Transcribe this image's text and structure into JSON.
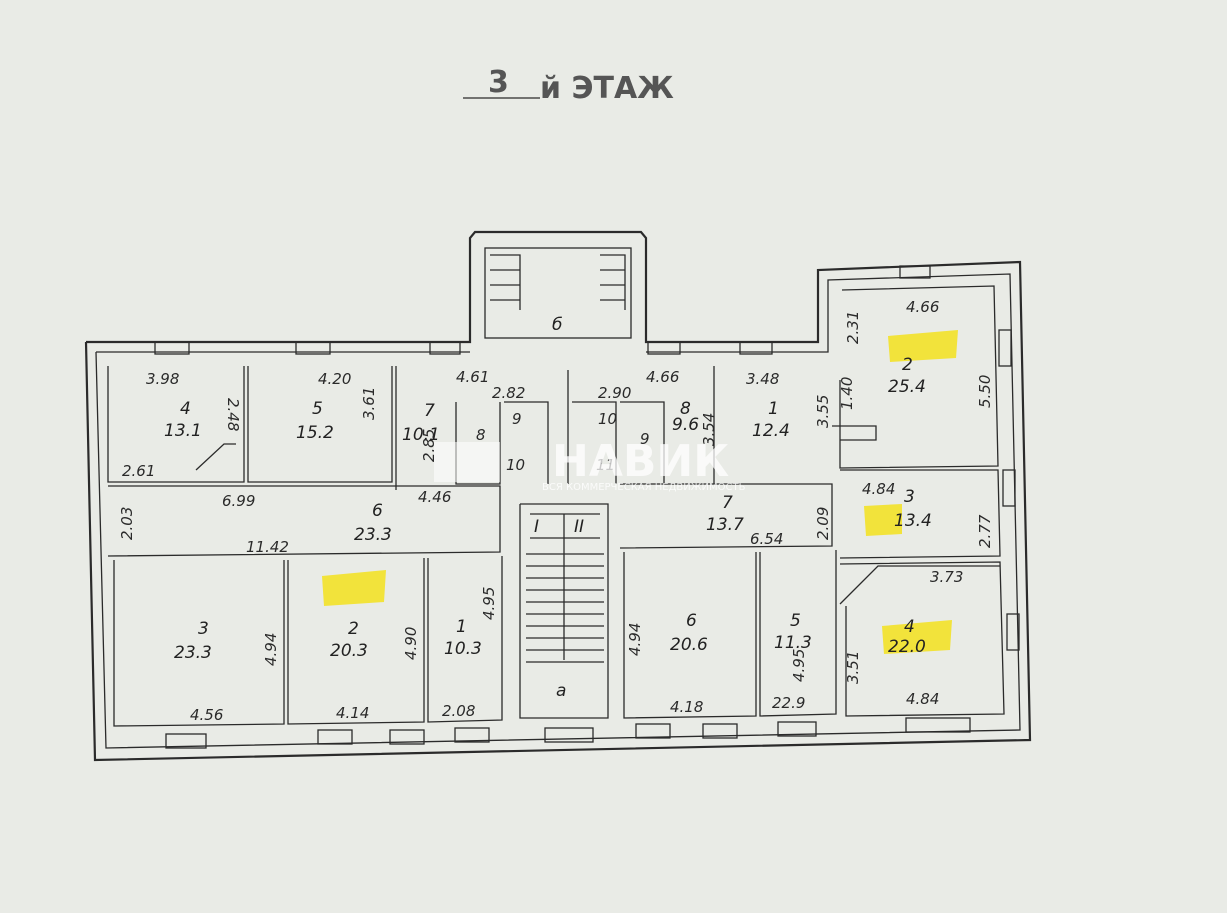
{
  "header": {
    "floor_number": "3",
    "floor_suffix": "й ЭТАЖ"
  },
  "watermark": {
    "brand": "НАВИК",
    "tagline": "ВСЯ КОММЕРЧЕСКАЯ НЕДВИЖИМОСТЬ"
  },
  "labels": {
    "stair_a": "а",
    "stair_b": "б",
    "stair_i": "I",
    "stair_ii": "II"
  },
  "rooms": [
    {
      "id": "L4",
      "num": "4",
      "area": "13.1"
    },
    {
      "id": "L5",
      "num": "5",
      "area": "15.2"
    },
    {
      "id": "L7",
      "num": "7",
      "area": "10.1"
    },
    {
      "id": "L6",
      "num": "6",
      "area": "23.3"
    },
    {
      "id": "L3",
      "num": "3",
      "area": "23.3"
    },
    {
      "id": "L2",
      "num": "2",
      "area": "20.3"
    },
    {
      "id": "L1",
      "num": "1",
      "area": "10.3"
    },
    {
      "id": "R8",
      "num": "8",
      "area": "9.6"
    },
    {
      "id": "R1",
      "num": "1",
      "area": "12.4"
    },
    {
      "id": "R2",
      "num": "2",
      "area": "25.4"
    },
    {
      "id": "R7",
      "num": "7",
      "area": "13.7"
    },
    {
      "id": "R3",
      "num": "3",
      "area": "13.4"
    },
    {
      "id": "R6",
      "num": "6",
      "area": "20.6"
    },
    {
      "id": "R5",
      "num": "5",
      "area": "11.3"
    },
    {
      "id": "R4",
      "num": "4",
      "area": "22.0"
    }
  ],
  "wc_labels": [
    "8",
    "9",
    "10",
    "9",
    "10",
    "11"
  ],
  "dimensions": [
    "3.98",
    "2.48",
    "2.61",
    "4.20",
    "3.61",
    "4.61",
    "2.82",
    "2.85",
    "4.46",
    "6.99",
    "2.03",
    "11.42",
    "4.94",
    "4.56",
    "4.90",
    "4.14",
    "4.95",
    "2.08",
    "2.90",
    "4.66",
    "3.54",
    "3.48",
    "3.55",
    "1.40",
    "2.31",
    "4.66",
    "5.50",
    "2.09",
    "6.54",
    "4.84",
    "2.77",
    "3.73",
    "4.94",
    "4.18",
    "4.95",
    "22.9",
    "3.51",
    "4.84"
  ]
}
